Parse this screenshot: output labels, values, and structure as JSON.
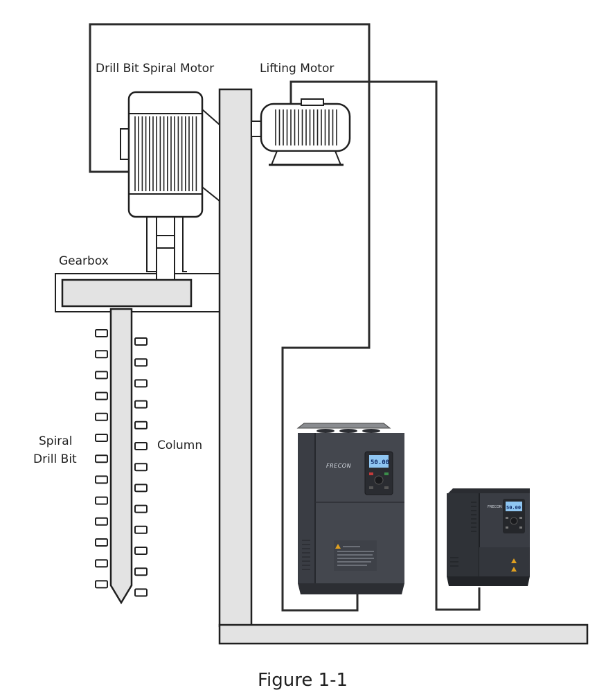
{
  "labels": {
    "drill_bit_spiral_motor": "Drill Bit Spiral Motor",
    "lifting_motor": "Lifting Motor",
    "gearbox": "Gearbox",
    "spiral_drill_bit_line1": "Spiral",
    "spiral_drill_bit_line2": "Drill Bit",
    "column": "Column"
  },
  "caption": "Figure 1-1",
  "inverters": {
    "large": {
      "brand": "FRECON",
      "display": "50.00"
    },
    "small": {
      "brand": "FRECON",
      "display": "50.00"
    }
  },
  "colors": {
    "wire": "#2b2b2b",
    "structure_fill": "#e3e3e3",
    "inverter_body": "#3a3d44",
    "display": "#8fc6f2"
  }
}
